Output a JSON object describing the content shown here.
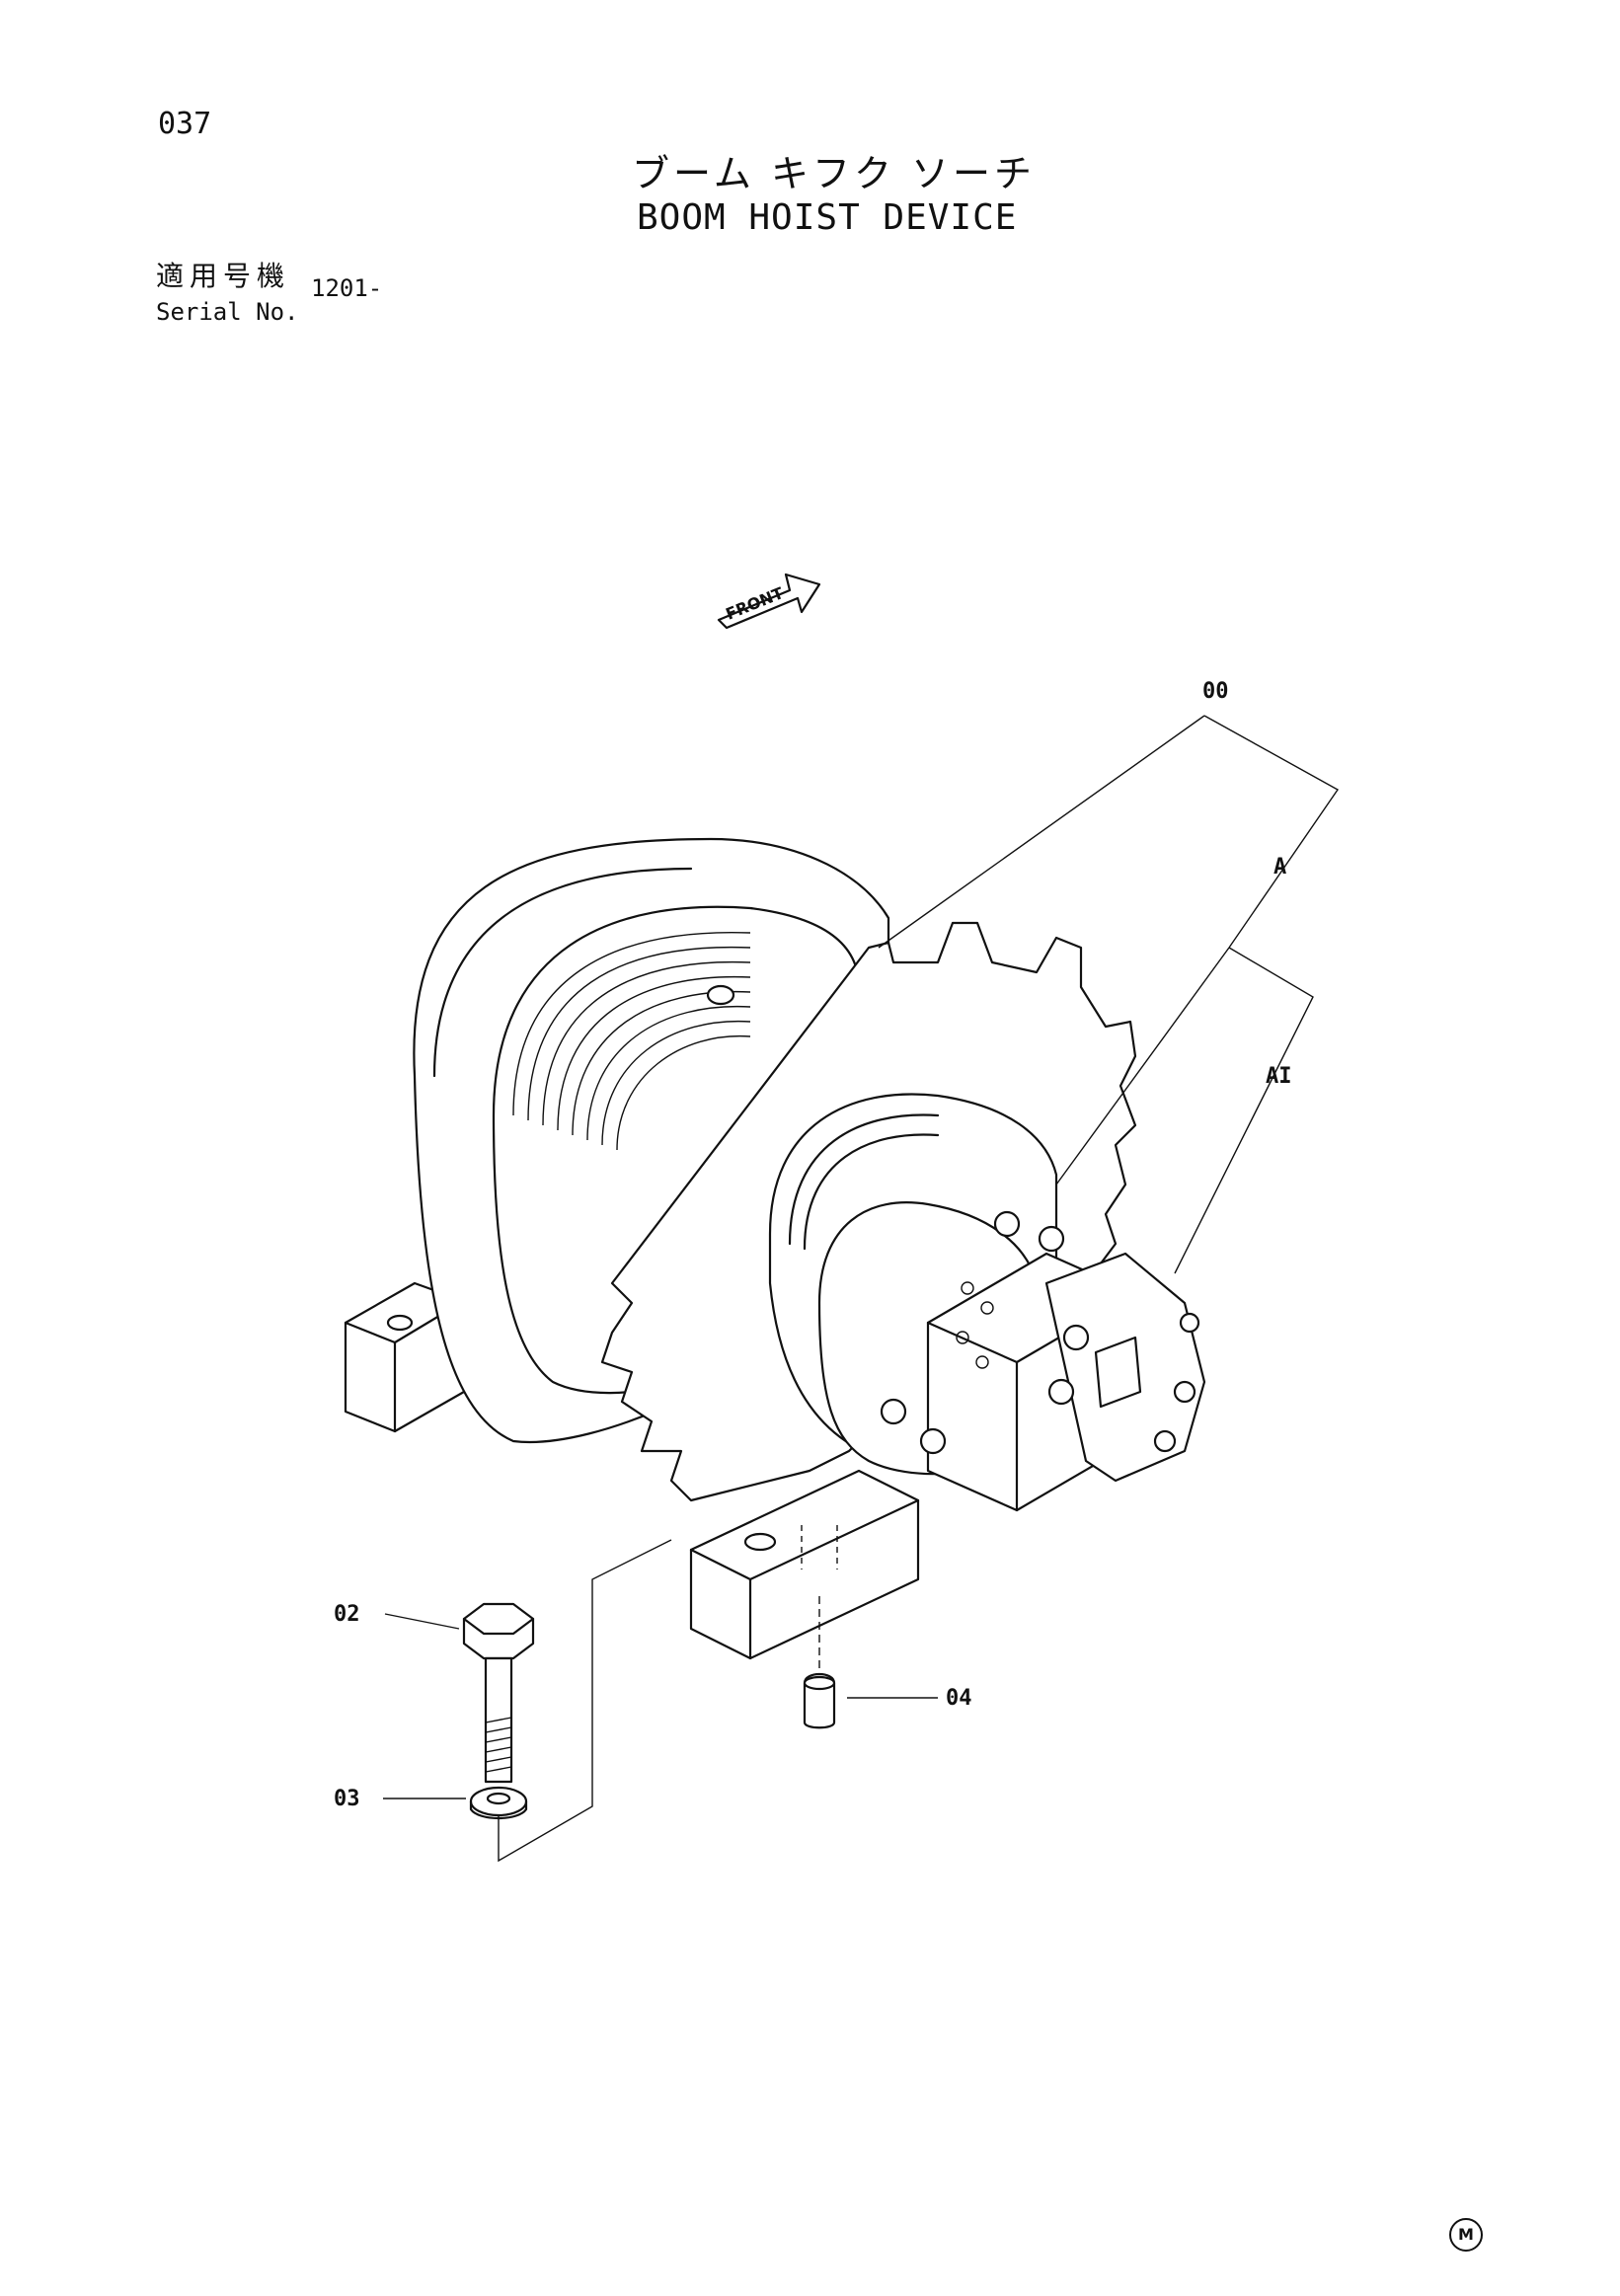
{
  "page": {
    "number": "037",
    "title_jp": "ブーム キフク ソーチ",
    "title_en": "BOOM HOIST DEVICE",
    "serial_label_jp": "適用号機",
    "serial_label_en": "Serial No.",
    "serial_value": "1201-"
  },
  "diagram": {
    "direction_label": "FRONT",
    "callouts": [
      {
        "id": "00",
        "label": "00"
      },
      {
        "id": "A",
        "label": "A"
      },
      {
        "id": "A1",
        "label": "AI"
      },
      {
        "id": "02",
        "label": "02"
      },
      {
        "id": "03",
        "label": "03"
      },
      {
        "id": "04",
        "label": "04"
      }
    ]
  },
  "footer": {
    "mark": "M"
  }
}
